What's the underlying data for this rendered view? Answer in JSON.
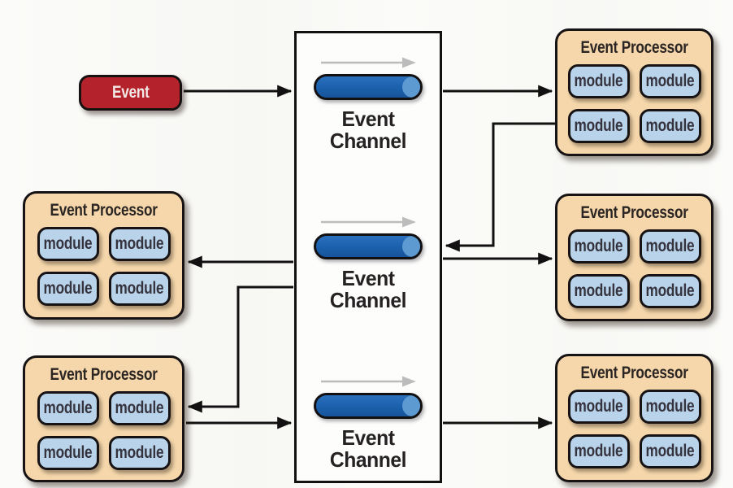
{
  "colors": {
    "event_fill": "#b4232c",
    "processor_fill": "#f5d7ab",
    "module_fill": "#b9d3ea",
    "channel_pill_fill": "#1d63af",
    "channel_pill_cap": "#5e9ad2",
    "outline": "#131011",
    "flow_arrow_gray": "#bcbcbc"
  },
  "event": {
    "label": "Event"
  },
  "channels": [
    {
      "label": "Event Channel"
    },
    {
      "label": "Event Channel"
    },
    {
      "label": "Event Channel"
    }
  ],
  "processors": [
    {
      "id": "right-top",
      "title": "Event Processor",
      "modules": [
        "module",
        "module",
        "module",
        "module"
      ]
    },
    {
      "id": "right-middle",
      "title": "Event Processor",
      "modules": [
        "module",
        "module",
        "module",
        "module"
      ]
    },
    {
      "id": "right-bottom",
      "title": "Event Processor",
      "modules": [
        "module",
        "module",
        "module",
        "module"
      ]
    },
    {
      "id": "left-middle",
      "title": "Event Processor",
      "modules": [
        "module",
        "module",
        "module",
        "module"
      ]
    },
    {
      "id": "left-bottom",
      "title": "Event Processor",
      "modules": [
        "module",
        "module",
        "module",
        "module"
      ]
    }
  ],
  "connections": [
    {
      "from": "event",
      "to": "channel-1"
    },
    {
      "from": "channel-1",
      "to": "processor-right-top"
    },
    {
      "from": "processor-right-top",
      "to": "channel-2"
    },
    {
      "from": "channel-2",
      "to": "processor-left-middle"
    },
    {
      "from": "channel-2",
      "to": "processor-right-middle"
    },
    {
      "from": "channel-2",
      "to": "processor-left-bottom"
    },
    {
      "from": "processor-left-bottom",
      "to": "channel-3"
    },
    {
      "from": "channel-3",
      "to": "processor-right-bottom"
    }
  ]
}
